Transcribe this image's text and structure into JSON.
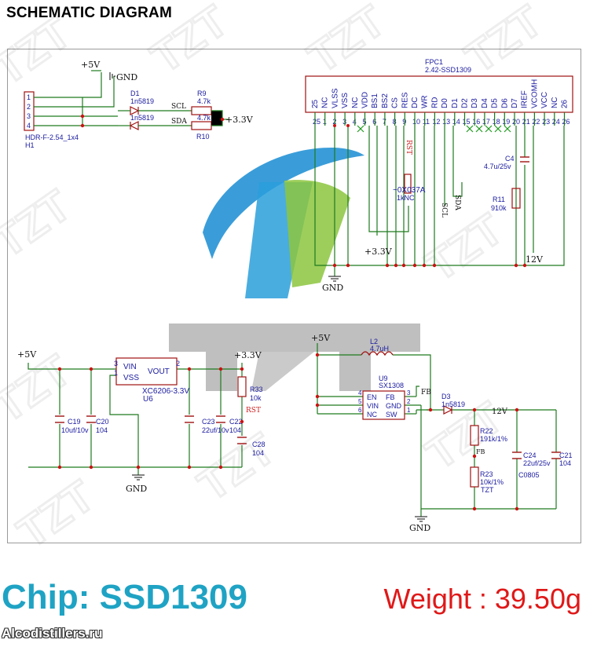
{
  "page_title": "SCHEMATIC DIAGRAM",
  "watermark": "TZT",
  "chip_label": "Chip: SSD1309",
  "weight_label": "Weight : 39.50g",
  "source_label": "Alcodistillers.ru",
  "colors": {
    "wire": "#1e7a1e",
    "component": "#a01010",
    "text": "#1a1aa0",
    "junction": "#cc1111",
    "accent_blue": "#1fa3c4",
    "accent_red": "#e01818"
  },
  "header": {
    "name": "HDR-F-2.54_1x4",
    "ref": "H1",
    "pins": [
      "1",
      "2",
      "3",
      "4"
    ],
    "vcc": "+5V",
    "gnd": "GND"
  },
  "d1": {
    "ref": "D1",
    "part": "1n5819",
    "part2": "1n5819"
  },
  "scl_net": "SCL",
  "sda_net": "SDA",
  "r9": {
    "ref": "R9",
    "value": "4.7k"
  },
  "r10": {
    "ref": "R10",
    "value": "4.7k"
  },
  "rail_33": "+3.3V",
  "fpc": {
    "ref": "FPC1",
    "part": "2.42-SSD1309",
    "pin_names": [
      "25",
      "NC",
      "VLSS",
      "VSS",
      "NC",
      "VDD",
      "BS1",
      "BS2",
      "CS",
      "RES",
      "DC",
      "WR",
      "RD",
      "D0",
      "D1",
      "D2",
      "D3",
      "D4",
      "D5",
      "D6",
      "D7",
      "IREF",
      "VCOMH",
      "VCC",
      "NC",
      "26"
    ],
    "pin_numbers": [
      "25",
      "1",
      "2",
      "3",
      "4",
      "5",
      "6",
      "7",
      "8",
      "9",
      "10",
      "11",
      "12",
      "13",
      "14",
      "15",
      "16",
      "17",
      "18",
      "19",
      "20",
      "21",
      "22",
      "23",
      "24",
      "26"
    ]
  },
  "c4": {
    "ref": "C4",
    "value": "4.7u/25v"
  },
  "r11": {
    "ref": "R11",
    "value": "910k"
  },
  "v12": "12V",
  "gnd_label": "GND",
  "mid_parts": {
    "overlap_text": "~0X037A",
    "nc_text": "1kNC",
    "rst": "RST",
    "scl": "SCL",
    "sda": "SDA",
    "v33": "+3.3V"
  },
  "ldo": {
    "vin_rail": "+5V",
    "vout_rail": "+3.3V",
    "ref": "U6",
    "part": "XC6206-3.3V",
    "pin_vin": "VIN",
    "pin_vss": "VSS",
    "pin_vout": "VOUT",
    "pin3": "3",
    "pin1": "1",
    "pin2": "2",
    "c19": "C19",
    "c19v": "10uf/10v",
    "c20": "C20",
    "c20v": "104",
    "c23": "C23",
    "c23v": "22uf/10v",
    "c22": "C22",
    "c22v": "104",
    "r33": "R33",
    "r33v": "10k",
    "rst": "RST",
    "c28": "C28",
    "c28v": "104",
    "gnd": "GND"
  },
  "boost": {
    "vin": "+5V",
    "l2": "L2",
    "l2v": "4.7uH",
    "ref": "U9",
    "part": "SX1308",
    "pins_left": [
      "EN",
      "VIN",
      "NC"
    ],
    "pins_right": [
      "FB",
      "GND",
      "SW"
    ],
    "pin_nums_left": [
      "4",
      "5",
      "6"
    ],
    "pin_nums_right": [
      "3",
      "2",
      "1"
    ],
    "fb": "FB",
    "d3": "D3",
    "d3v": "1n5819",
    "v12": "12V",
    "r22": "R22",
    "r22v": "191k/1%",
    "fb2": "FB",
    "r23": "R23",
    "r23v": "10k/1%",
    "tzt": "TZT",
    "c24": "C24",
    "c24v": "22uf/25v",
    "c0805": "C0805",
    "c21": "C21",
    "c21v": "104",
    "gnd": "GND"
  }
}
